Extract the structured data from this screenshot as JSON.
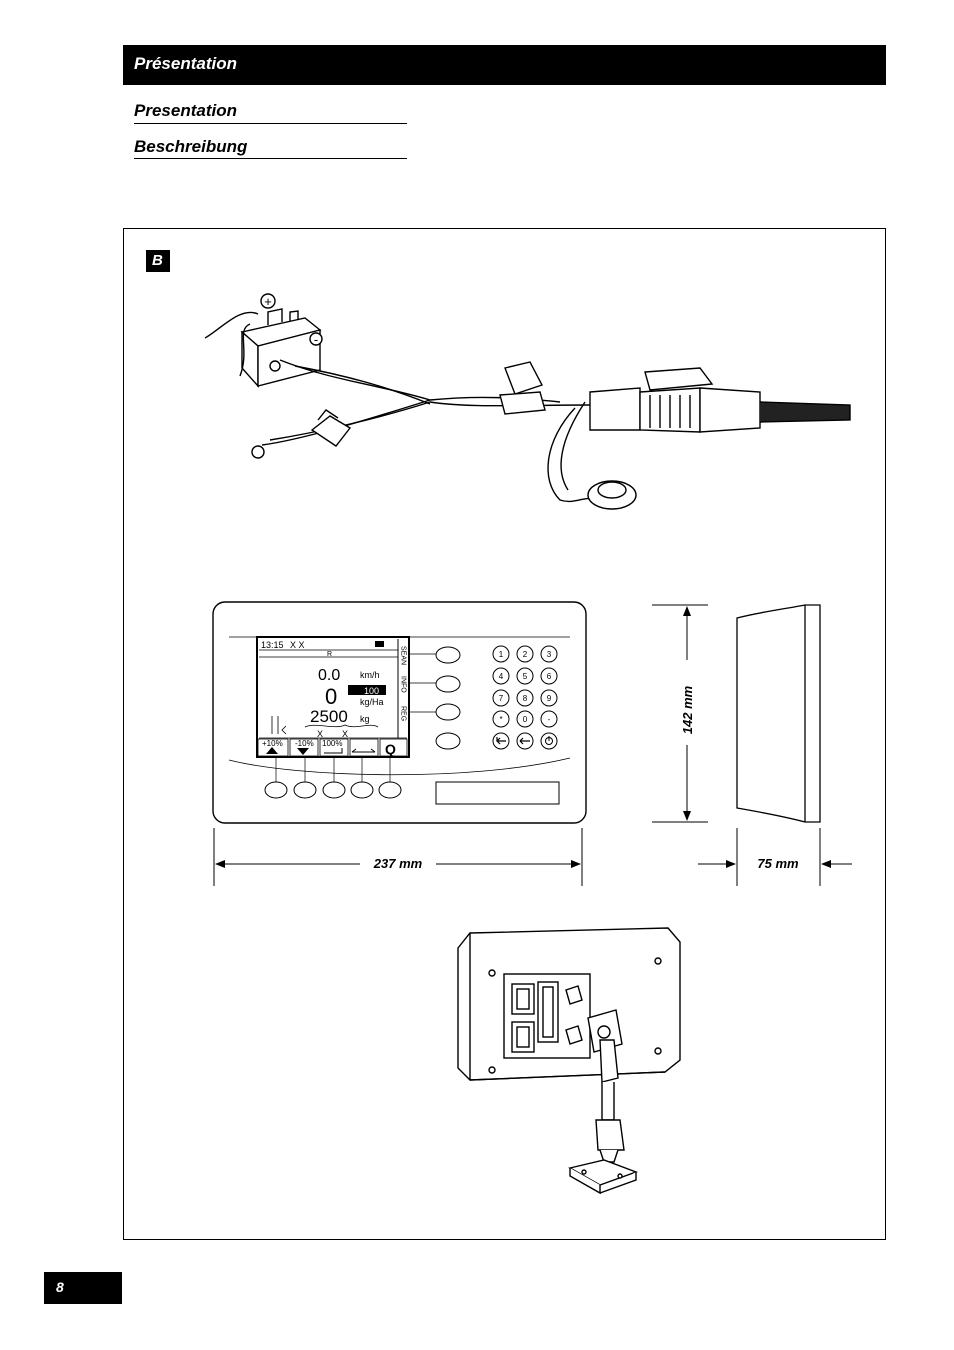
{
  "header": {
    "title": "Présentation"
  },
  "subtitles": [
    "Presentation",
    "Beschreibung"
  ],
  "figure": {
    "label": "B",
    "battery_symbols": {
      "plus": "+",
      "minus": "-"
    },
    "console": {
      "time": "13:15",
      "status_marks": "X X",
      "mode_letter": "R",
      "speed": "0.0",
      "speed_unit": "km/h",
      "rate": "0",
      "rate_target": "100",
      "rate_unit": "kg/Ha",
      "total": "2500",
      "total_unit": "kg",
      "x_marks": [
        "X",
        "X"
      ],
      "side_tabs": [
        "SEAN",
        "INFO",
        "REG"
      ],
      "softkeys": [
        "+10%",
        "-10%",
        "100%",
        "",
        "Q"
      ],
      "keypad": [
        "1",
        "2",
        "3",
        "4",
        "5",
        "6",
        "7",
        "8",
        "9",
        "*",
        "0",
        "-"
      ]
    },
    "dimensions": {
      "width": "237 mm",
      "height": "142 mm",
      "depth": "75 mm"
    }
  },
  "page_number": "8"
}
